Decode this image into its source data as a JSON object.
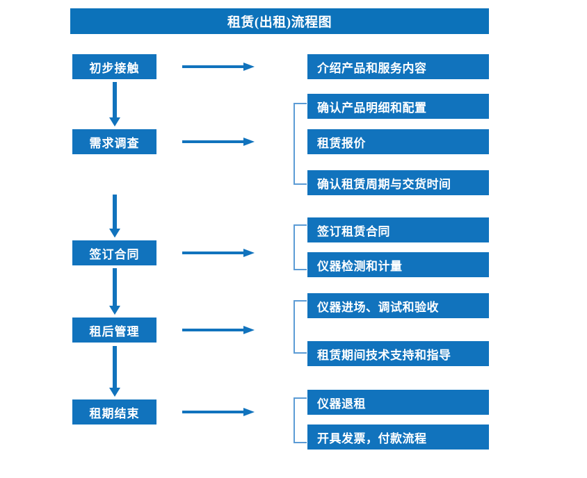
{
  "diagram": {
    "title": "租赁(出租)流程图",
    "colors": {
      "box_blue": "#1173BD",
      "title_blue": "#0C72BA",
      "bracket_blue": "#5B9BD5",
      "arrow_blue": "#1173BD",
      "text_white": "#FFFFFF",
      "background": "#FFFFFF"
    },
    "stages": [
      {
        "label": "初步接触"
      },
      {
        "label": "需求调查"
      },
      {
        "label": "签订合同"
      },
      {
        "label": "租后管理"
      },
      {
        "label": "租期结束"
      }
    ],
    "details": [
      {
        "label": "介绍产品和服务内容"
      },
      {
        "label": "确认产品明细和配置"
      },
      {
        "label": "租赁报价"
      },
      {
        "label": "确认租赁周期与交货时间"
      },
      {
        "label": "签订租赁合同"
      },
      {
        "label": "仪器检测和计量"
      },
      {
        "label": "仪器进场、调试和验收"
      },
      {
        "label": "租赁期间技术支持和指导"
      },
      {
        "label": "仪器退租"
      },
      {
        "label": "开具发票，付款流程"
      }
    ],
    "flow_arrows": {
      "horizontal_count": 5,
      "vertical_count": 4
    },
    "brackets": {
      "count": 4
    }
  }
}
